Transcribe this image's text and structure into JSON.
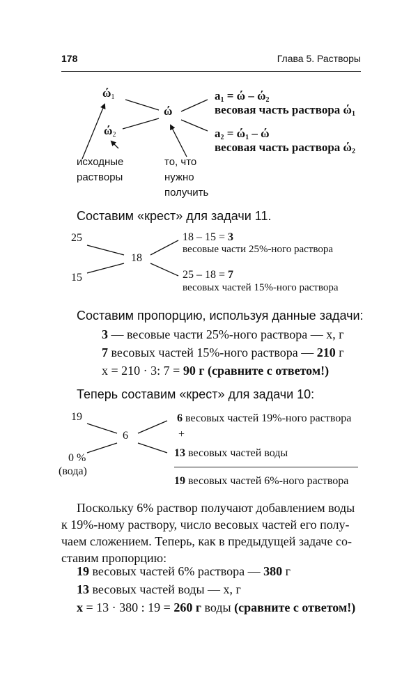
{
  "header": {
    "page_number": "178",
    "chapter": "Глава 5. Растворы"
  },
  "diagram1": {
    "w1_sym": "ώ",
    "w1_sub": "1",
    "w2_sym": "ώ",
    "w2_sub": "2",
    "w_center": "ώ",
    "a1_a": "a",
    "a1_sub": "1",
    "a1_rest": " = ώ – ώ",
    "a1_sub2": "2",
    "a1_caption": "весовая часть раствора ώ",
    "a1_caption_sub": "1",
    "a2_a": "a",
    "a2_sub": "2",
    "a2_rest1": " = ώ",
    "a2_sub2": "1",
    "a2_rest2": " – ώ",
    "a2_caption": "весовая часть раствора ώ",
    "a2_caption_sub": "2",
    "label_source": [
      "исходные",
      "растворы"
    ],
    "label_target": [
      "то, что",
      "нужно",
      "получить"
    ]
  },
  "text1": "Составим «крест» для задачи 11.",
  "cross1": {
    "top_left": "25",
    "bottom_left": "15",
    "center": "18",
    "top_formula": "18 – 15 = ",
    "top_value": "3",
    "top_caption": "весовые части 25%-ного раствора",
    "bottom_formula": "25 – 18 = ",
    "bottom_value": "7",
    "bottom_caption": "весовых частей 15%-ного раствора"
  },
  "text2": "Составим пропорцию, используя данные задачи:",
  "proportion1": {
    "line1_bold": "3",
    "line1_rest": " — весовые части 25%-ного раствора — х, г",
    "line2_bold": "7",
    "line2_mid": " весовых частей 15%-ного раствора — ",
    "line2_value": "210",
    "line2_unit": " г",
    "line3_plain": "х = 210 · 3: 7 = ",
    "line3_bold": "90 г (сравните с ответом!)"
  },
  "text3": "Теперь составим «крест» для задачи 10:",
  "cross2": {
    "top_left": "19",
    "center": "6",
    "bottom_left_1": "0 %",
    "bottom_left_2": "(вода)",
    "top_value": "6",
    "top_caption": " весовых частей 19%-ного раствора",
    "plus": "+",
    "bottom_value": "13",
    "bottom_caption": " весовых частей воды",
    "sum_value": "19",
    "sum_caption": " весовых частей 6%-ного раствора"
  },
  "paragraph": [
    "Поскольку 6% раствор получают добавлением воды",
    "к 19%-ному раствору, число весовых частей его полу-",
    "чаем сложением. Теперь, как в предыдущей задаче со-",
    "ставим пропорцию:"
  ],
  "proportion2": {
    "line1_bold": "19",
    "line1_mid": " весовых частей 6% раствора — ",
    "line1_value": "380",
    "line1_unit": " г",
    "line2_bold": "13",
    "line2_rest": " весовых частей воды — х, г",
    "line3_x": "х",
    "line3_plain": " = 13 · 380 : 19 = ",
    "line3_value": "260 г",
    "line3_mid": " воды ",
    "line3_bold": "(сравните с ответом!)"
  }
}
